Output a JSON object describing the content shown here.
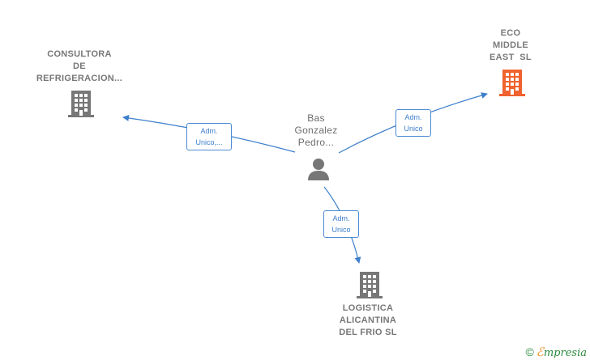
{
  "nodes": {
    "person": {
      "name_lines": [
        "Bas",
        "Gonzalez",
        "Pedro..."
      ],
      "icon": "person-icon"
    },
    "consultora": {
      "name_lines": [
        "CONSULTORA",
        "DE",
        "REFRIGERACION..."
      ],
      "icon": "building-icon",
      "color": "#777777"
    },
    "eco": {
      "name_lines": [
        "ECO",
        "MIDDLE",
        "EAST  SL"
      ],
      "icon": "building-icon",
      "color": "#f0622e"
    },
    "logistica": {
      "name_lines": [
        "LOGISTICA",
        "ALICANTINA",
        "DEL FRIO SL"
      ],
      "icon": "building-icon",
      "color": "#777777"
    }
  },
  "edges": {
    "to_consultora": {
      "lines": [
        "Adm.",
        "Unico,..."
      ]
    },
    "to_eco": {
      "lines": [
        "Adm.",
        "Unico"
      ]
    },
    "to_logistica": {
      "lines": [
        "Adm.",
        "Unico"
      ]
    }
  },
  "colors": {
    "edge": "#3d7fcc",
    "node_gray": "#777777",
    "highlight": "#f0622e"
  },
  "brand": {
    "copyright": "©",
    "first_letter": "ℰ",
    "rest": "mpresia"
  }
}
